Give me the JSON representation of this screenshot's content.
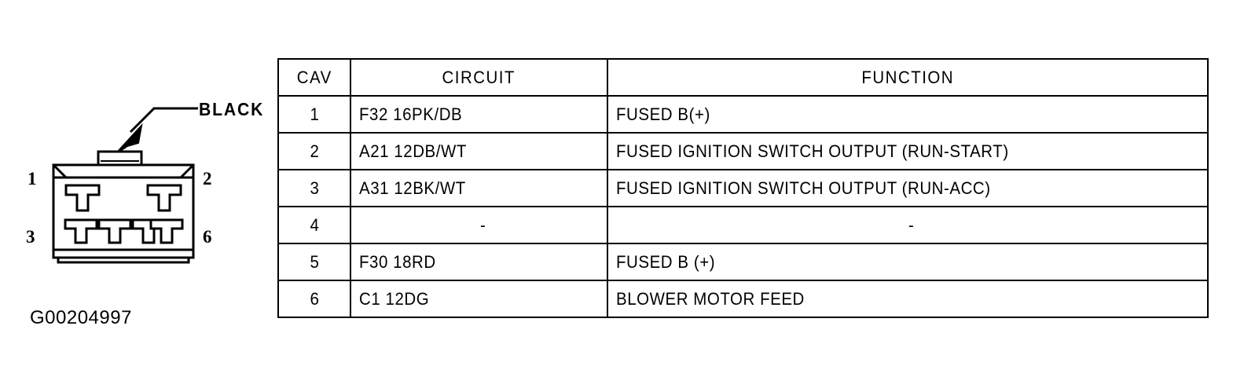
{
  "figure": {
    "id_caption": "G00204997",
    "connector": {
      "callout_label": "BLACK",
      "pin_numbers": {
        "top_left": "1",
        "top_right": "2",
        "bottom_left": "3",
        "bottom_right": "6"
      },
      "cavity_count": 6,
      "upper_row_cavities": 2,
      "lower_row_cavities": 4,
      "line_color": "#000000",
      "body_fill": "#ffffff"
    }
  },
  "table": {
    "headers": [
      "CAV",
      "CIRCUIT",
      "FUNCTION"
    ],
    "rows": [
      {
        "cav": "1",
        "circuit": "F32 16PK/DB",
        "function": "FUSED B(+)"
      },
      {
        "cav": "2",
        "circuit": "A21 12DB/WT",
        "function": "FUSED IGNITION SWITCH OUTPUT (RUN-START)"
      },
      {
        "cav": "3",
        "circuit": "A31 12BK/WT",
        "function": "FUSED IGNITION SWITCH OUTPUT (RUN-ACC)"
      },
      {
        "cav": "4",
        "circuit": "-",
        "function": "-"
      },
      {
        "cav": "5",
        "circuit": "F30 18RD",
        "function": "FUSED B (+)"
      },
      {
        "cav": "6",
        "circuit": "C1 12DG",
        "function": "BLOWER MOTOR FEED"
      }
    ]
  }
}
